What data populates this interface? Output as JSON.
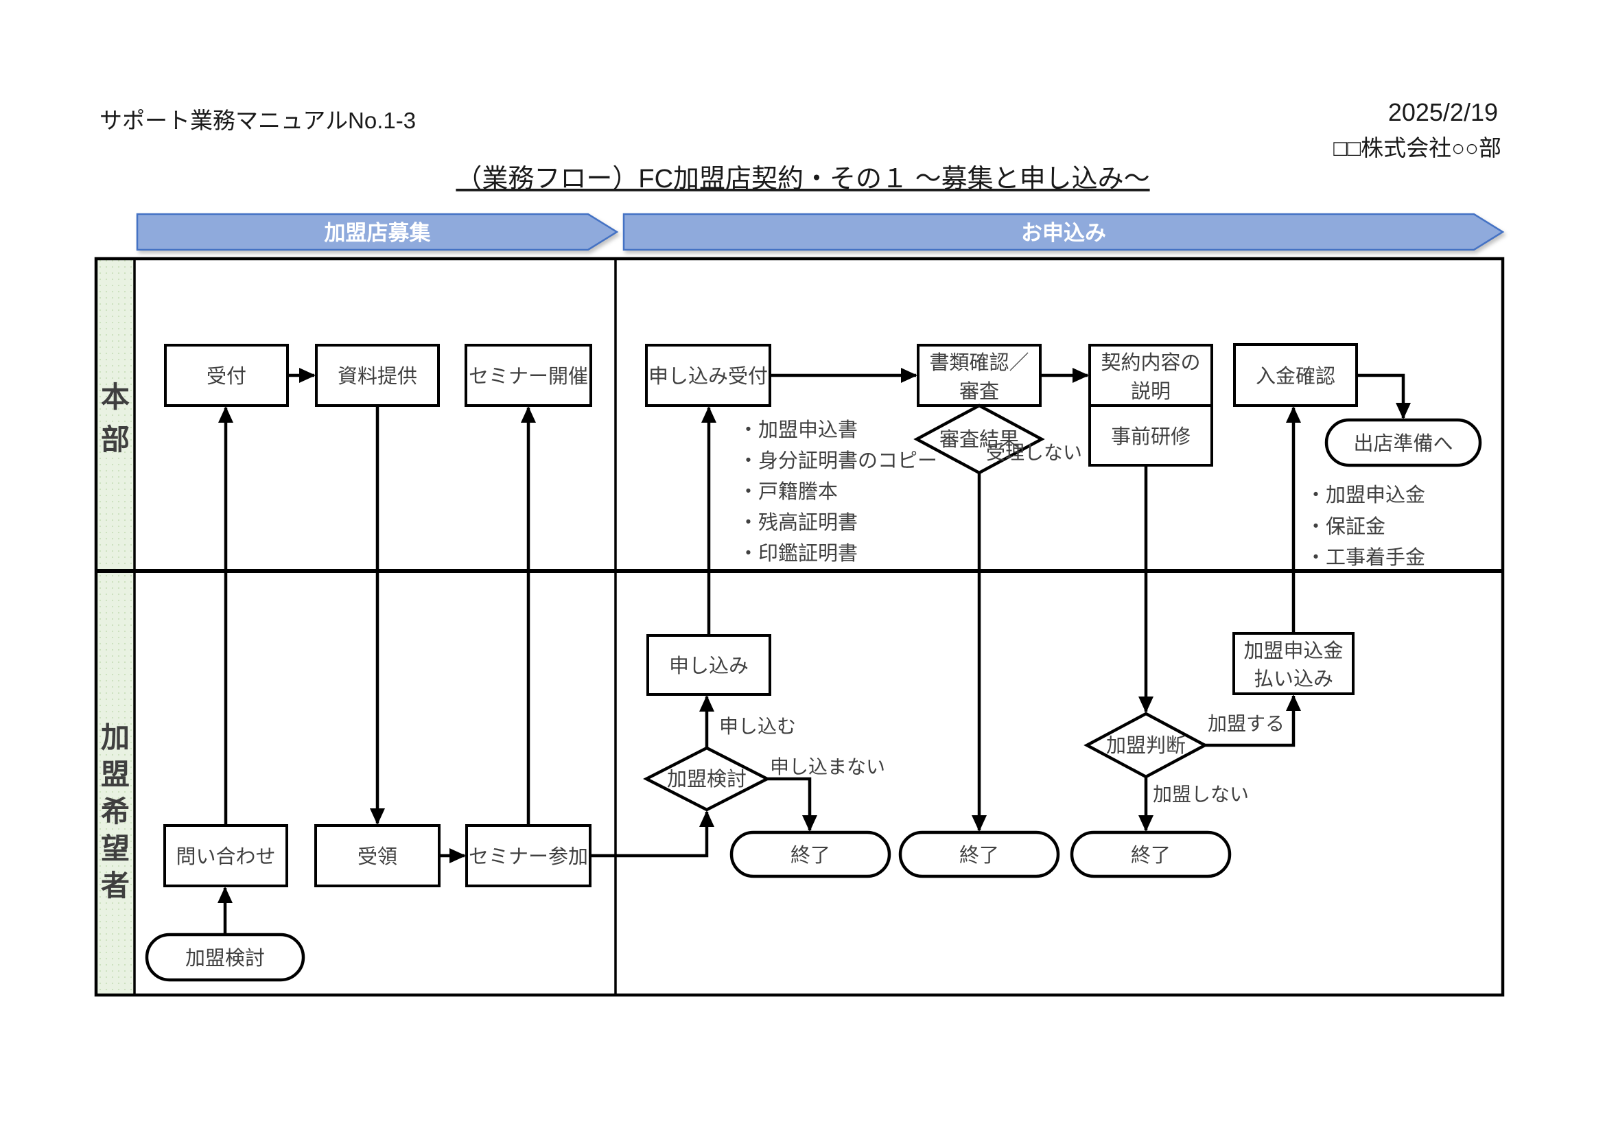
{
  "header": {
    "doc_no": "サポート業務マニュアルNo.1-3",
    "date": "2025/2/19",
    "company": "□□株式会社○○部",
    "title": "（業務フロー）FC加盟店契約・その１ ～募集と申し込み～"
  },
  "banners": {
    "recruitment": "加盟店募集",
    "application": "お申込み"
  },
  "lanes": {
    "hq": {
      "label": "本部",
      "chars": [
        "本",
        "部"
      ]
    },
    "applicant": {
      "label": "加盟希望者",
      "chars": [
        "加",
        "盟",
        "希",
        "望",
        "者"
      ]
    }
  },
  "nodes": {
    "reception": {
      "label": "受付"
    },
    "materials": {
      "label": "資料提供"
    },
    "seminar_host": {
      "label": "セミナー開催"
    },
    "application_reception": {
      "label": "申し込み受付"
    },
    "document_check": {
      "line1": "書類確認／",
      "line2": "審査"
    },
    "contract_explanation": {
      "line1": "契約内容の",
      "line2": "説明"
    },
    "pre_training": {
      "label": "事前研修"
    },
    "payment_confirmation": {
      "label": "入金確認"
    },
    "store_preparation": {
      "label": "出店準備へ"
    },
    "inquiry": {
      "label": "問い合わせ"
    },
    "receipt": {
      "label": "受領"
    },
    "seminar_attend": {
      "label": "セミナー参加"
    },
    "application": {
      "label": "申し込み"
    },
    "consider_start": {
      "label": "加盟検討"
    },
    "consider_decision": {
      "label": "加盟検討"
    },
    "screening_result": {
      "label": "審査結果"
    },
    "join_decision": {
      "label": "加盟判断"
    },
    "payment": {
      "line1": "加盟申込金",
      "line2": "払い込み"
    },
    "end1": {
      "label": "終了"
    },
    "end2": {
      "label": "終了"
    },
    "end3": {
      "label": "終了"
    }
  },
  "edge_labels": {
    "apply": "申し込む",
    "not_apply": "申し込まない",
    "not_accepted": "受理しない",
    "join": "加盟する",
    "not_join": "加盟しない"
  },
  "notes": {
    "application_documents": [
      "・加盟申込書",
      "・身分証明書のコピー",
      "・戸籍謄本",
      "・残高証明書",
      "・印鑑証明書"
    ],
    "payment_items": [
      "・加盟申込金",
      "・保証金",
      "・工事着手金"
    ]
  },
  "colors": {
    "banner_fill": "#8FAADC",
    "banner_border": "#4472C4",
    "lane_fill": "#E9F2E2",
    "line": "#000000",
    "text": "#404040"
  }
}
